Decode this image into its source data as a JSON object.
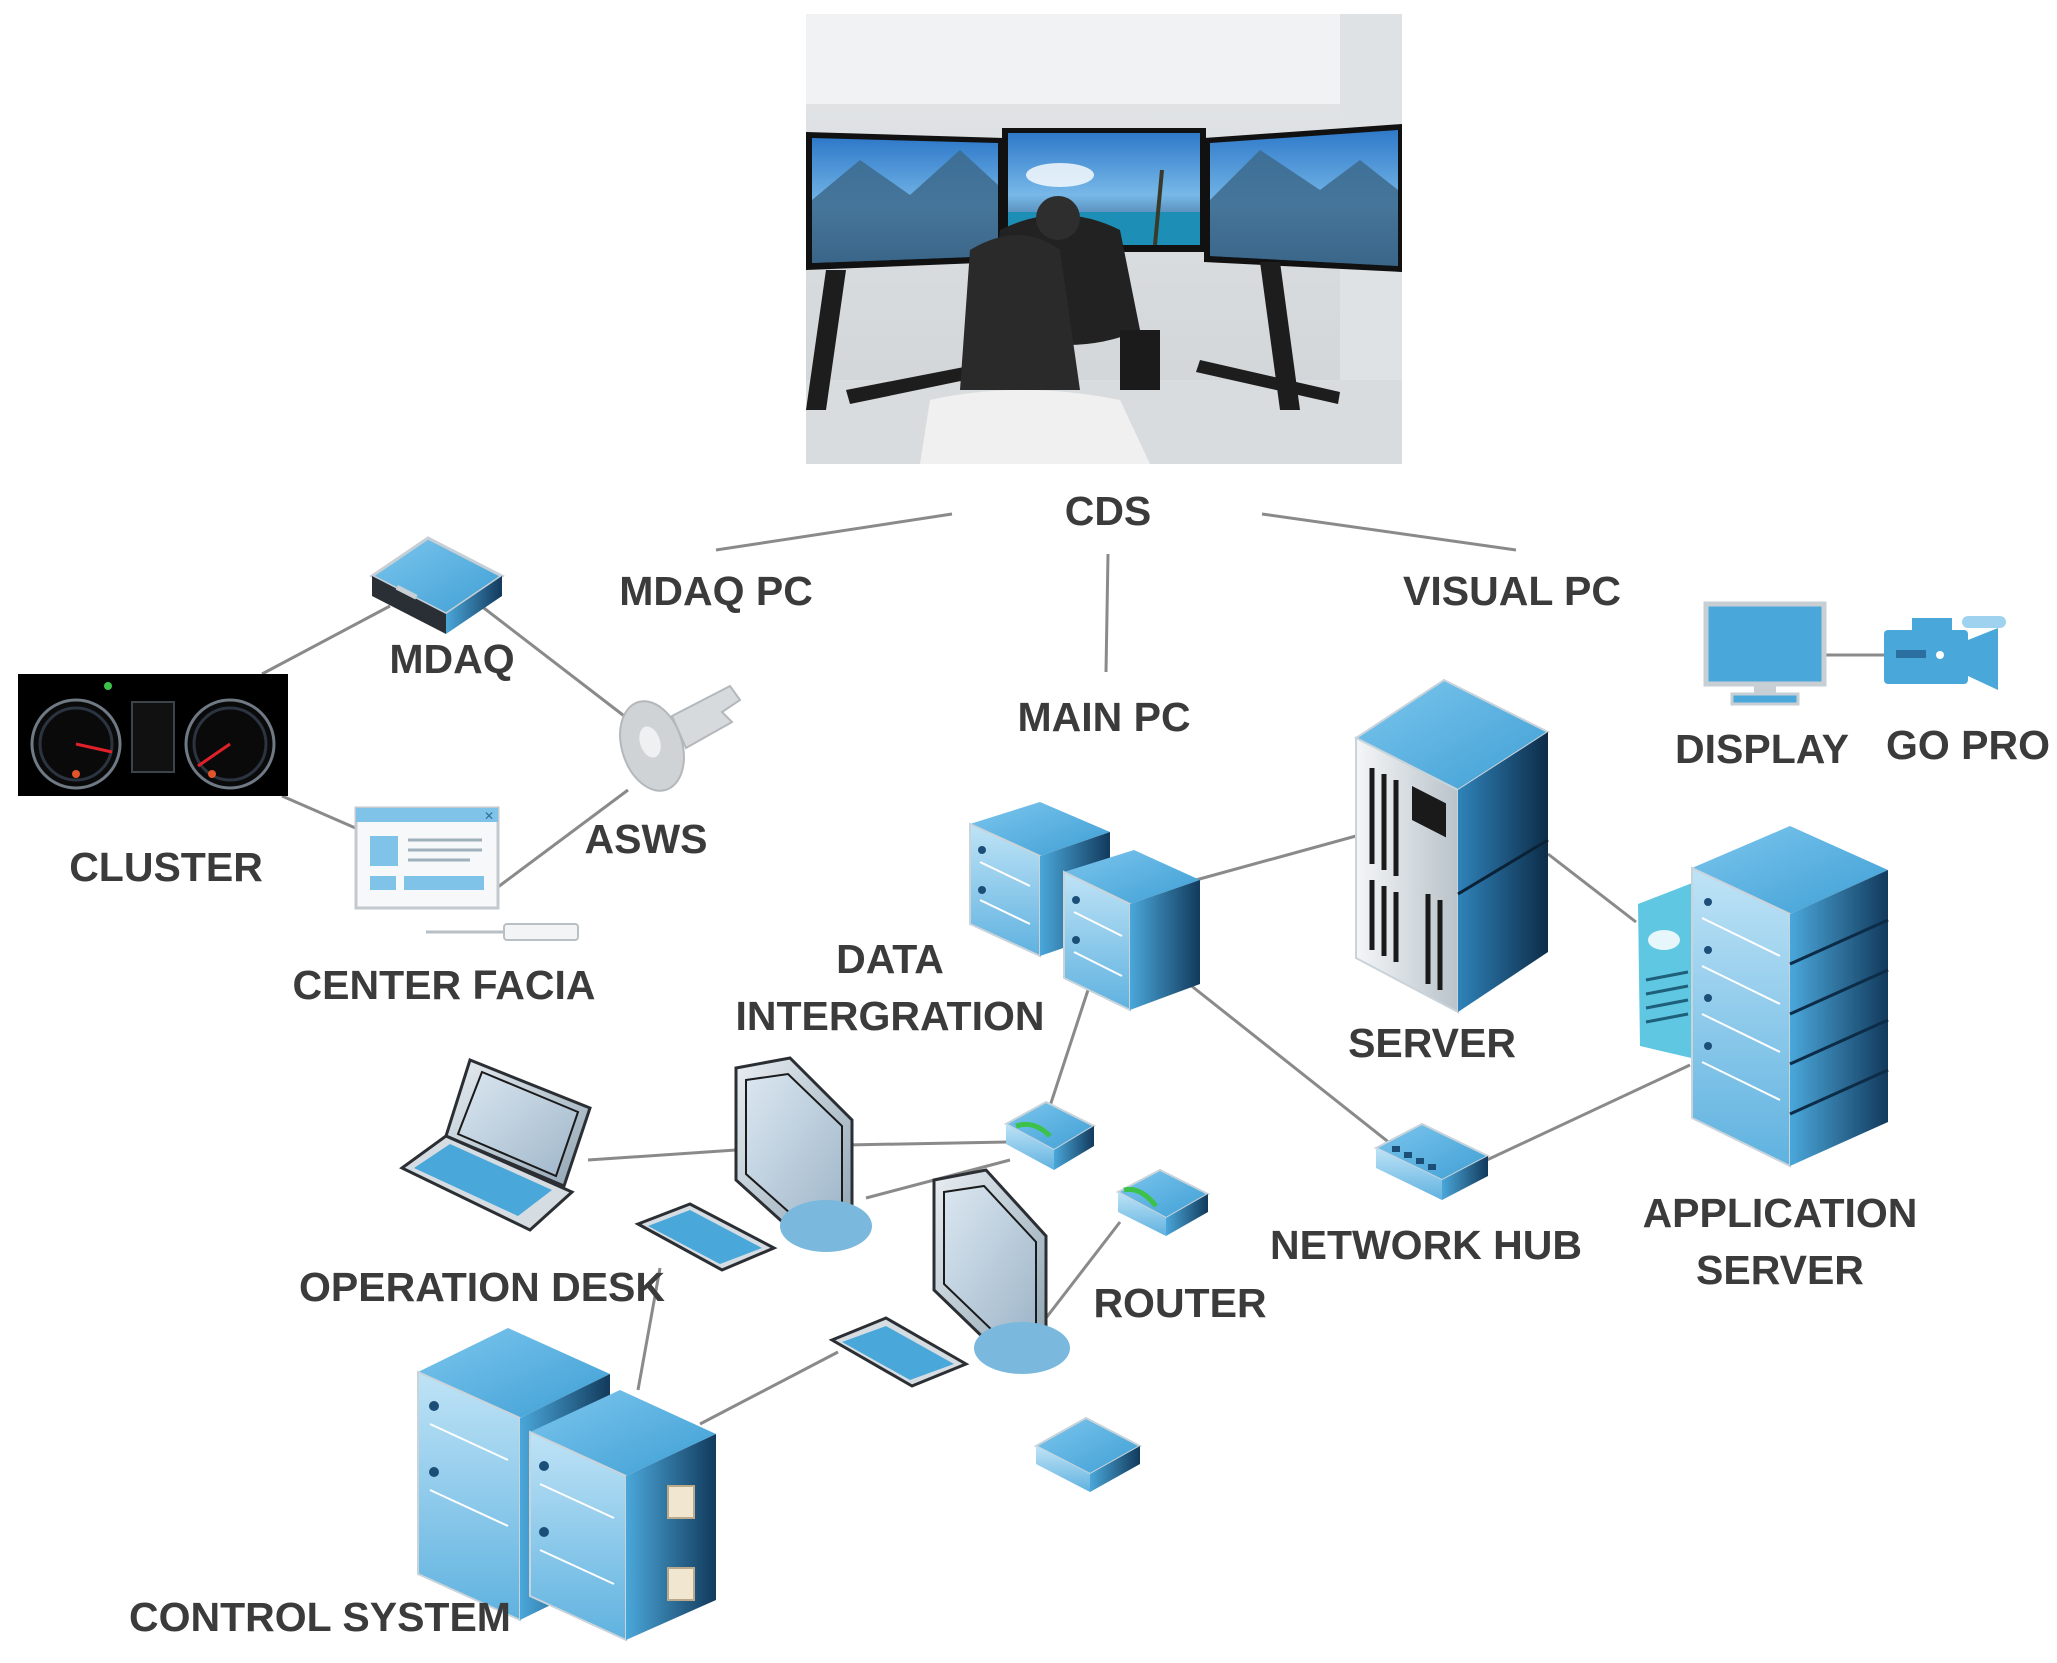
{
  "labels": {
    "cds": "CDS",
    "mdaq_pc": "MDAQ PC",
    "visual_pc": "VISUAL PC",
    "main_pc": "MAIN PC",
    "mdaq": "MDAQ",
    "cluster": "CLUSTER",
    "asws": "ASWS",
    "center_facia": "CENTER FACIA",
    "display": "DISPLAY",
    "go_pro": "GO PRO",
    "data_integration_1": "DATA",
    "data_integration_2": "INTERGRATION",
    "server": "SERVER",
    "application_server_1": "APPLICATION",
    "application_server_2": "SERVER",
    "network_hub": "NETWORK HUB",
    "router": "ROUTER",
    "operation_desk": "OPERATION DESK",
    "control_system": "CONTROL SYSTEM"
  },
  "colors": {
    "device_blue": "#3f9fd4",
    "device_dark": "#1c4f78",
    "line": "#8a8a8a",
    "text": "#3b3b3b"
  },
  "icons": [
    "simulator-photo",
    "mdaq-device-icon",
    "cluster-gauge-icon",
    "key-icon",
    "window-icon",
    "display-icon",
    "camera-icon",
    "server-tower-icon",
    "rack-server-icon",
    "switch-icon",
    "router-icon",
    "network-hub-icon",
    "monitor-icon",
    "laptop-icon",
    "keyboard-icon"
  ]
}
